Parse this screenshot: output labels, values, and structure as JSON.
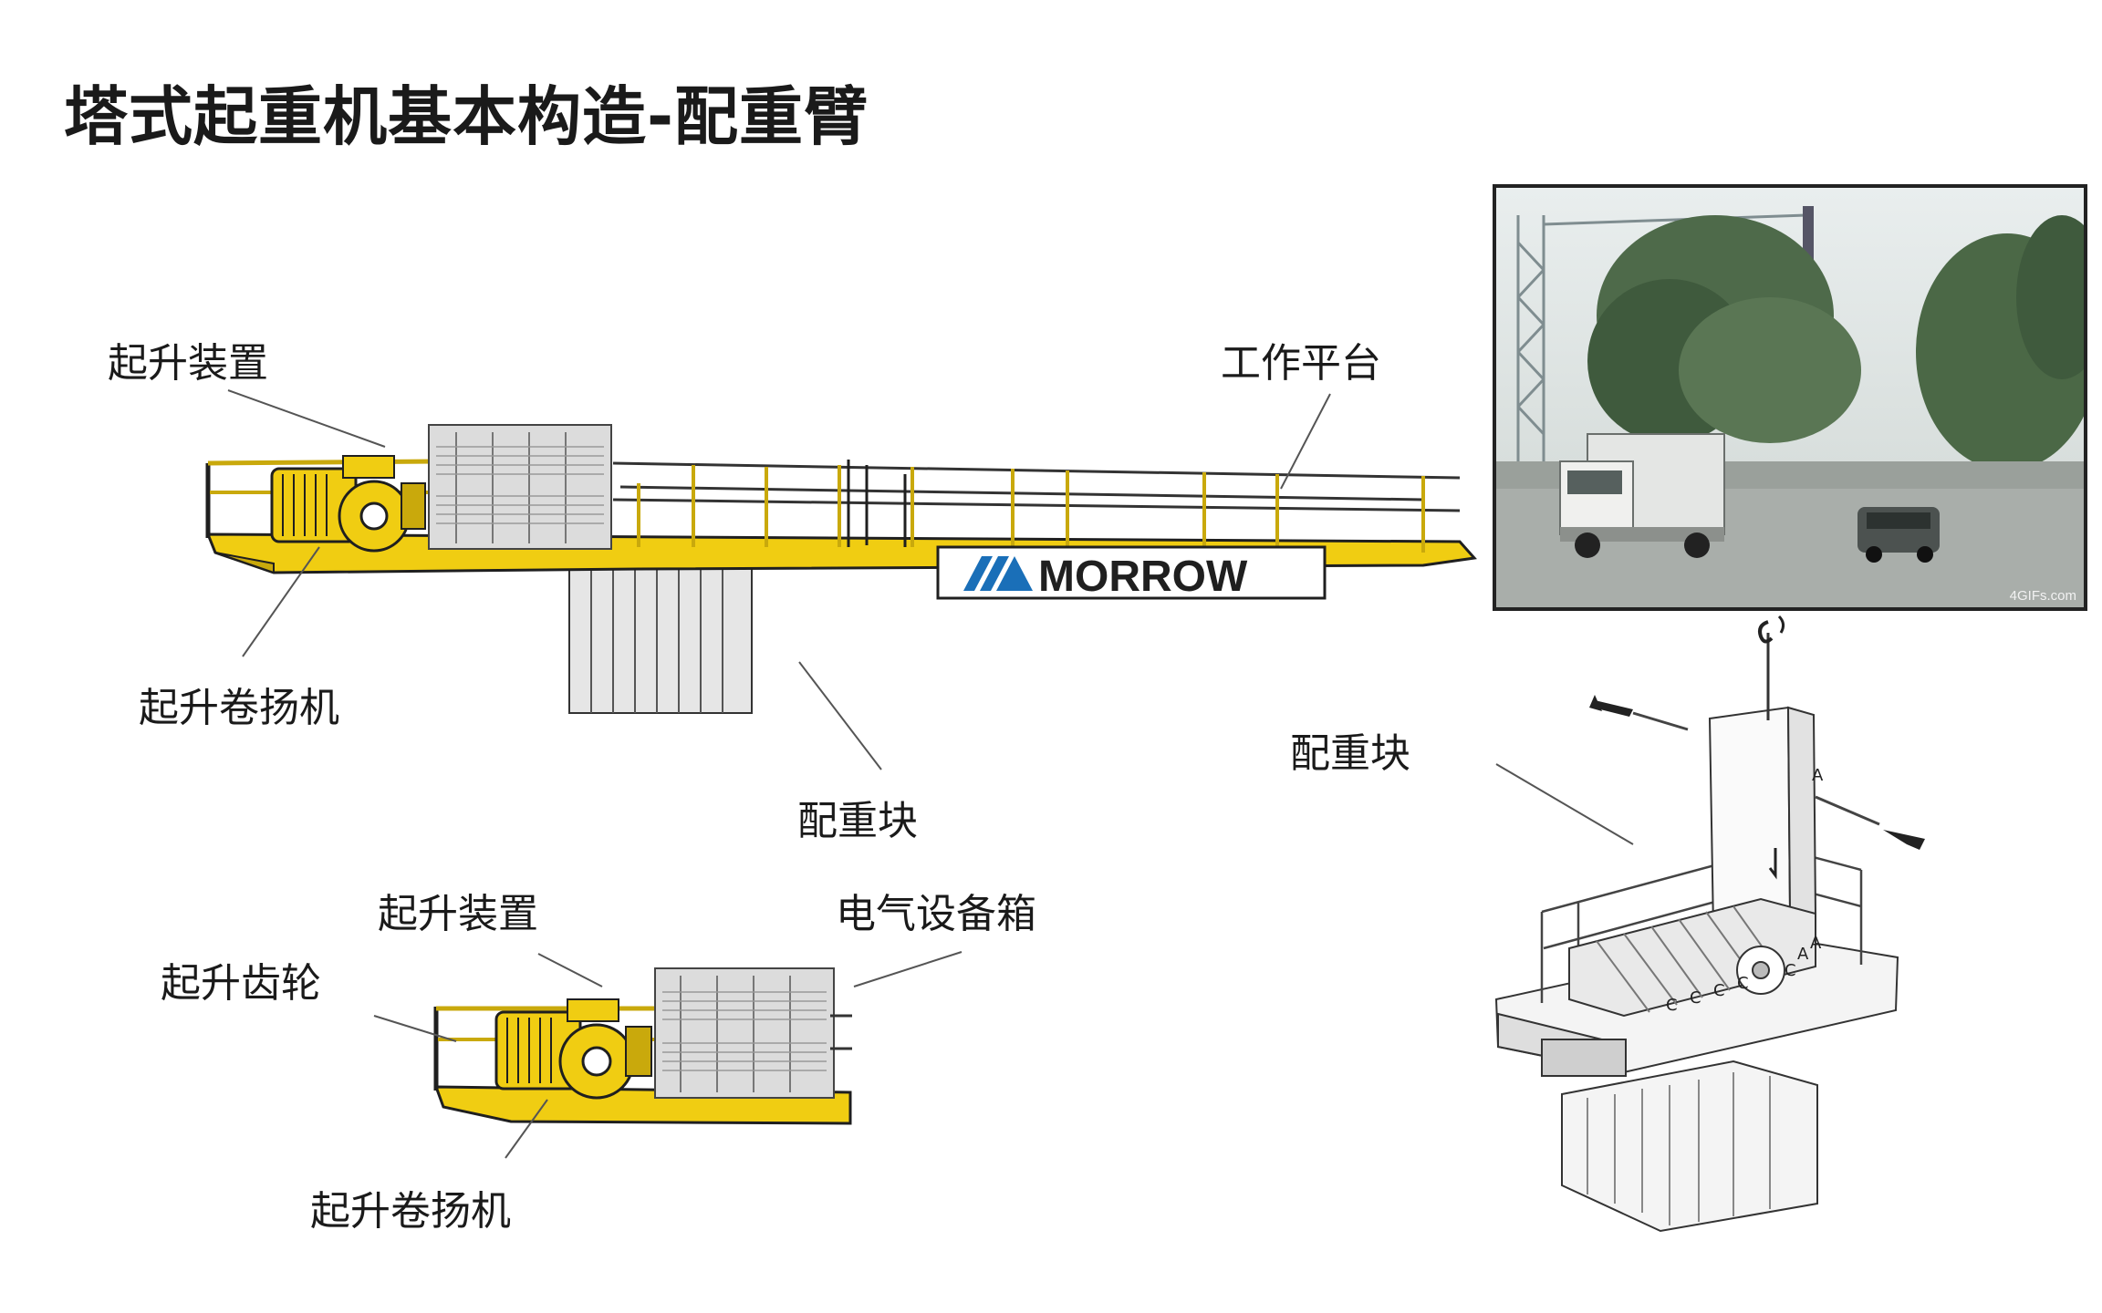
{
  "title": "塔式起重机基本构造-配重臂",
  "colors": {
    "frame_yellow": "#f0cd12",
    "frame_dark": "#1f1f1f",
    "brand_blue": "#1a6fb8"
  },
  "brand": {
    "logo_text": "MORROW"
  },
  "upper_diagram": {
    "labels": {
      "hoist_device": "起升装置",
      "work_platform": "工作平台",
      "hoist_winch": "起升卷扬机",
      "counterweight": "配重块"
    }
  },
  "lower_diagram": {
    "labels": {
      "hoist_device": "起升装置",
      "electrical_box": "电气设备箱",
      "hoist_gear": "起升齿轮",
      "hoist_winch": "起升卷扬机"
    }
  },
  "right_diagram": {
    "labels": {
      "counterweight": "配重块"
    },
    "block_letters": [
      "C",
      "C",
      "C",
      "C",
      "C",
      "A",
      "A",
      "A"
    ]
  },
  "video": {
    "watermark": "4GIFs.com"
  }
}
